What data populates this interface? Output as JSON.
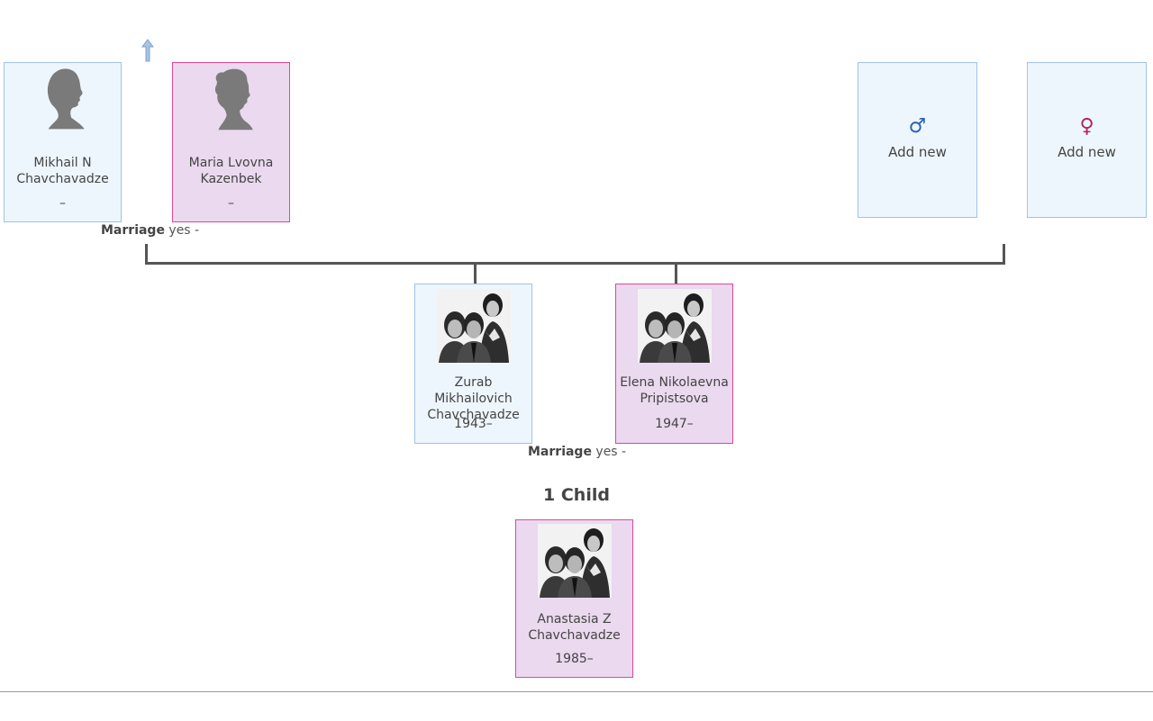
{
  "parents": {
    "father": {
      "name_line1": "Mikhail N",
      "name_line2": "Chavchavadze",
      "dates": "–"
    },
    "mother": {
      "name_line1": "Maria Lvovna",
      "name_line2": "Kazenbek",
      "dates": "–"
    },
    "marriage_label": "Marriage",
    "marriage_value": "yes -"
  },
  "add_new": {
    "male_symbol": "♂",
    "male_label": "Add new",
    "female_symbol": "♀",
    "female_label": "Add new"
  },
  "couple": {
    "husband": {
      "name_line1": "Zurab Mikhailovich",
      "name_line2": "Chavchavadze",
      "dates": "1943–"
    },
    "wife": {
      "name_line1": "Elena Nikolaevna",
      "name_line2": "Pripistsova",
      "dates": "1947–"
    },
    "marriage_label": "Marriage",
    "marriage_value": "yes -"
  },
  "children": {
    "title": "1 Child",
    "items": [
      {
        "name_line1": "Anastasia Z",
        "name_line2": "Chavchavadze",
        "dates": "1985–"
      }
    ]
  },
  "colors": {
    "male_border": "#9fc3e6",
    "male_bg": "#eef6fd",
    "female_border": "#e0479a",
    "female_bg": "#ead9ef",
    "male_symbol": "#2a62b0",
    "female_symbol": "#b0245e"
  },
  "icons": {
    "up": "up-arrow-icon",
    "male_silhouette": "male-silhouette-icon",
    "female_silhouette": "female-silhouette-icon",
    "photo": "family-photo"
  }
}
